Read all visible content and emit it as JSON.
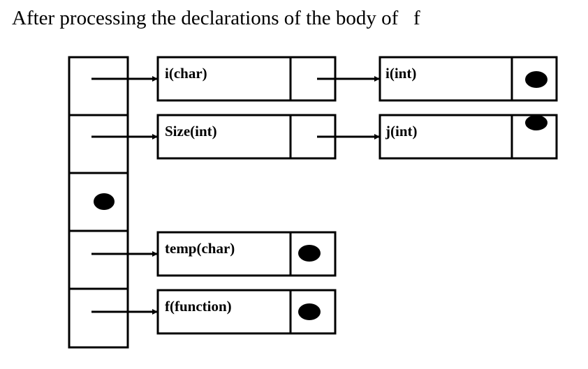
{
  "title": "After processing the declarations of the body of   f",
  "bucket_table": {
    "slots": [
      {
        "slot": 0,
        "content": "pointer"
      },
      {
        "slot": 1,
        "content": "pointer"
      },
      {
        "slot": 2,
        "content": "null"
      },
      {
        "slot": 3,
        "content": "pointer"
      },
      {
        "slot": 4,
        "content": "pointer"
      }
    ]
  },
  "chains": [
    {
      "slot": 0,
      "nodes": [
        "i(char)",
        "i(int)"
      ]
    },
    {
      "slot": 1,
      "nodes": [
        "Size(int)",
        "j(int)"
      ]
    },
    {
      "slot": 3,
      "nodes": [
        "temp(char)"
      ]
    },
    {
      "slot": 4,
      "nodes": [
        "f(function)"
      ]
    }
  ],
  "nodes": {
    "i_char": "i(char)",
    "i_int": "i(int)",
    "size_int": "Size(int)",
    "j_int": "j(int)",
    "temp_char": "temp(char)",
    "f_function": "f(function)"
  }
}
